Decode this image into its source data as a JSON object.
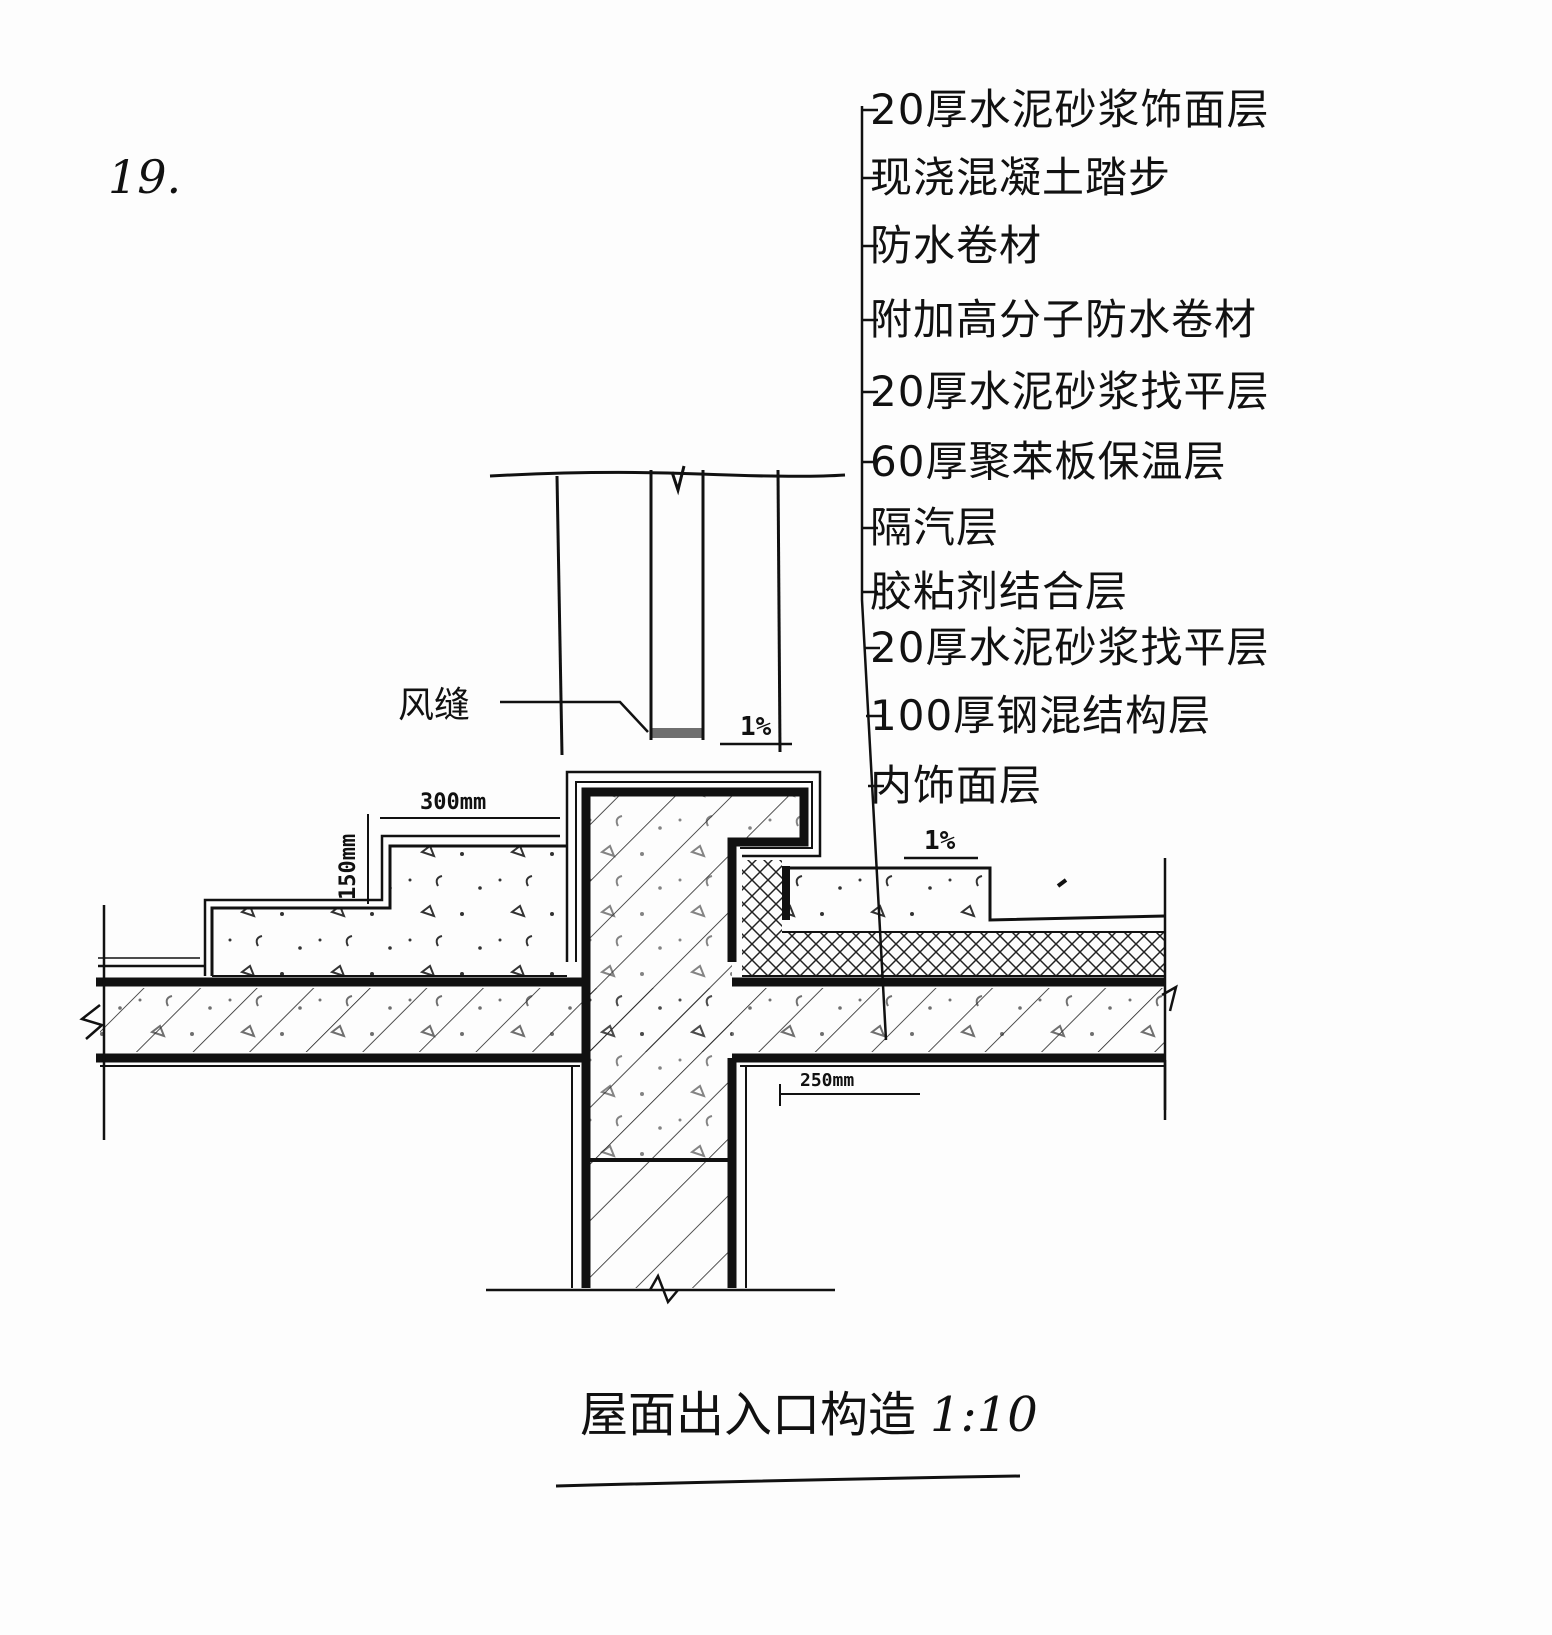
{
  "figure": {
    "number": "19.",
    "title": "屋面出入口构造",
    "scale": "1:10"
  },
  "layer_labels": [
    {
      "text": "20厚水泥砂浆饰面层"
    },
    {
      "text": "现浇混凝土踏步"
    },
    {
      "text": "防水卷材"
    },
    {
      "text": "附加高分子防水卷材"
    },
    {
      "text": "20厚水泥砂浆找平层"
    },
    {
      "text": "60厚聚苯板保温层"
    },
    {
      "text": "隔汽层"
    },
    {
      "text": "胶粘剂结合层"
    },
    {
      "text": "20厚水泥砂浆找平层"
    },
    {
      "text": "100厚钢混结构层"
    },
    {
      "text": "内饰面层"
    }
  ],
  "callouts": {
    "gap": "风缝"
  },
  "dimensions": {
    "step_width": "300mm",
    "step_height": "150mm",
    "bottom_dim": "250mm"
  },
  "slope_marks": {
    "upper": "1%",
    "lower": "1%"
  },
  "colors": {
    "ink": "#111111",
    "paper": "#fdfdfd"
  }
}
